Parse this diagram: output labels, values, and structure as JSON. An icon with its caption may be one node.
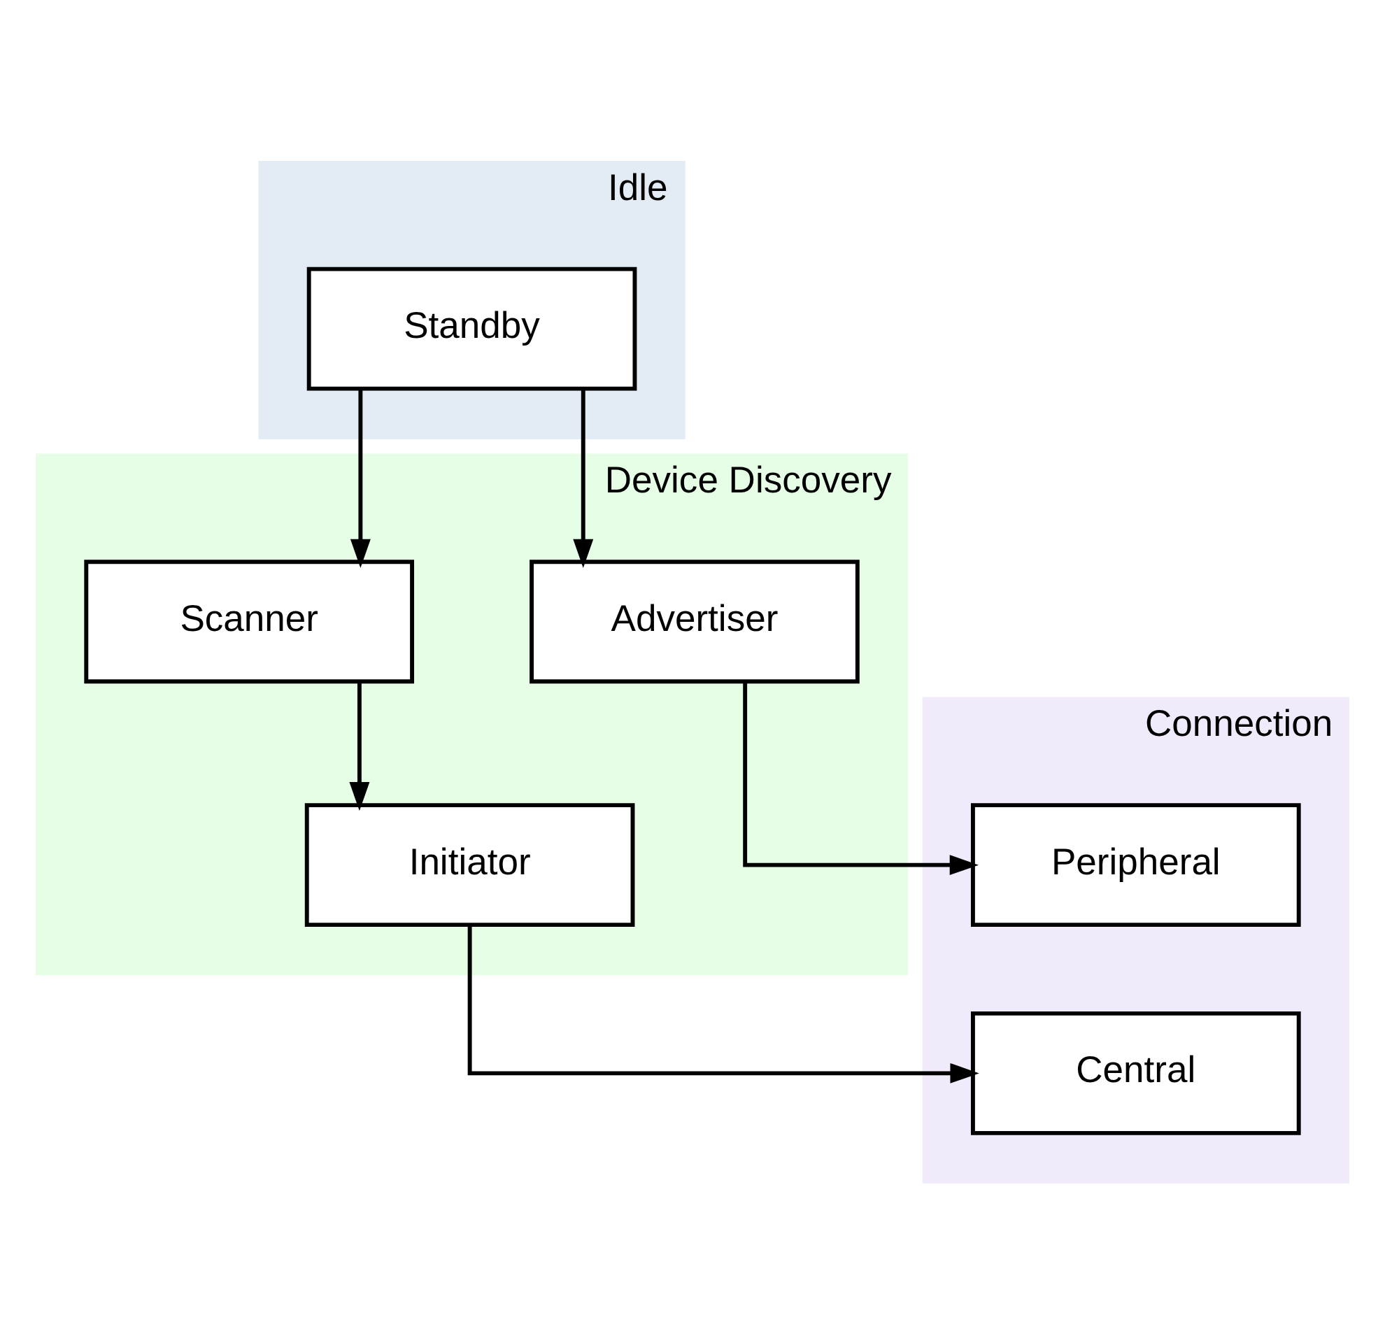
{
  "diagram": {
    "nodes": [
      {
        "text": [
          "Idle"
        ]
      },
      {
        "text": [
          "Standby"
        ],
        "in": 0
      },
      {
        "text": [
          "Device Discovery"
        ]
      },
      {
        "text": [
          "Advertiser"
        ],
        "in": 2
      },
      {
        "text": [
          "Scanner"
        ],
        "in": 2
      },
      {
        "text": [
          "Initiator"
        ],
        "in": 2
      },
      {
        "text": [
          "Connection"
        ]
      },
      {
        "text": [
          "Peripheral"
        ],
        "in": 6
      },
      {
        "text": [
          "Central"
        ],
        "in": 6
      }
    ],
    "edges": [
      {
        "from": 1,
        "to": 3,
        "arrow": "to"
      },
      {
        "from": 1,
        "to": 4,
        "arrow": "to"
      },
      {
        "from": 4,
        "to": 5,
        "arrow": "to"
      },
      {
        "from": 3,
        "to": 7,
        "arrow": "to"
      },
      {
        "from": 5,
        "to": 8,
        "arrow": "to"
      }
    ]
  }
}
